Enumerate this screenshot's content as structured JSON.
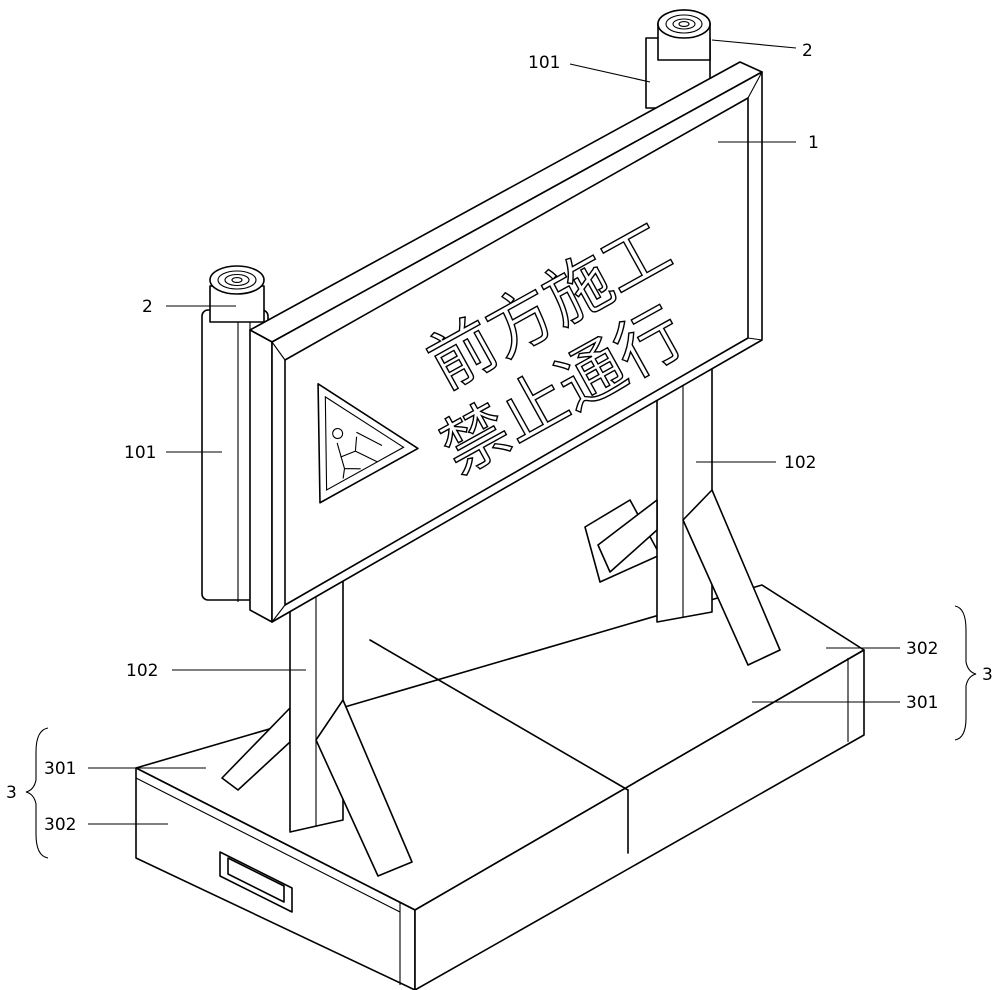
{
  "figure": {
    "sign_line_1": "前方施工",
    "sign_line_2": "禁止通行",
    "labels": {
      "sign_panel": "1",
      "post_cap_top_right": "2",
      "post_cap_left": "2",
      "post_back_right": "101",
      "post_front_left": "101",
      "leg_right": "102",
      "leg_left": "102",
      "base_right_top": "302",
      "base_right_bottom": "301",
      "base_right_group": "3",
      "base_left_top": "301",
      "base_left_bottom": "302",
      "base_left_group": "3"
    }
  }
}
